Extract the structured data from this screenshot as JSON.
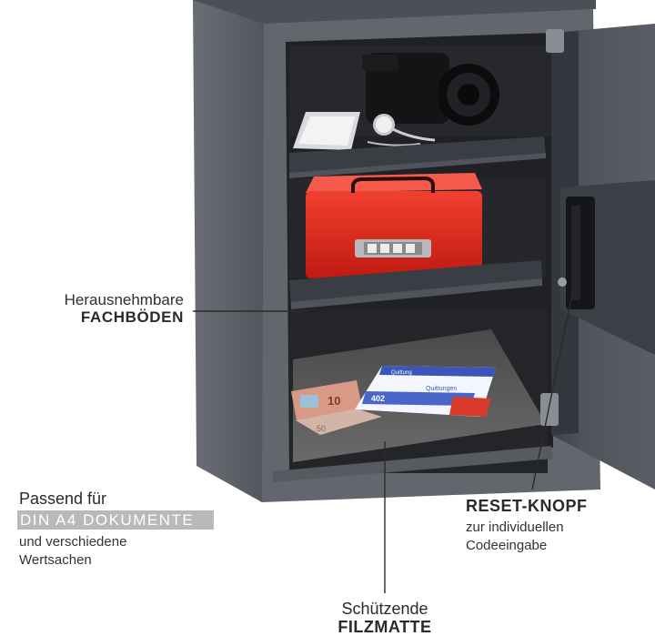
{
  "callouts": {
    "shelves": {
      "line1": "Herausnehmbare",
      "line2": "FACHBÖDEN"
    },
    "documents": {
      "line1": "Passend für",
      "banner": "DIN A4 DOKUMENTE",
      "line3": "und verschiedene",
      "line4": "Wertsachen"
    },
    "reset": {
      "line1": "RESET-KNOPF",
      "line2": "zur individuellen",
      "line3": "Codeeingabe"
    },
    "felt": {
      "line1": "Schützende",
      "line2": "FILZMATTE"
    }
  },
  "props": {
    "receipt_header": "Quittung",
    "receipt_title": "Quittungen",
    "receipt_number": "402",
    "note_value_large": "10",
    "note_value_small": "50"
  },
  "colors": {
    "safe_body": "#5c5f66",
    "safe_interior": "#23252a",
    "cash_box": "#e0261c",
    "felt": "#5e5e5e",
    "banner": "#b9b9b9"
  }
}
